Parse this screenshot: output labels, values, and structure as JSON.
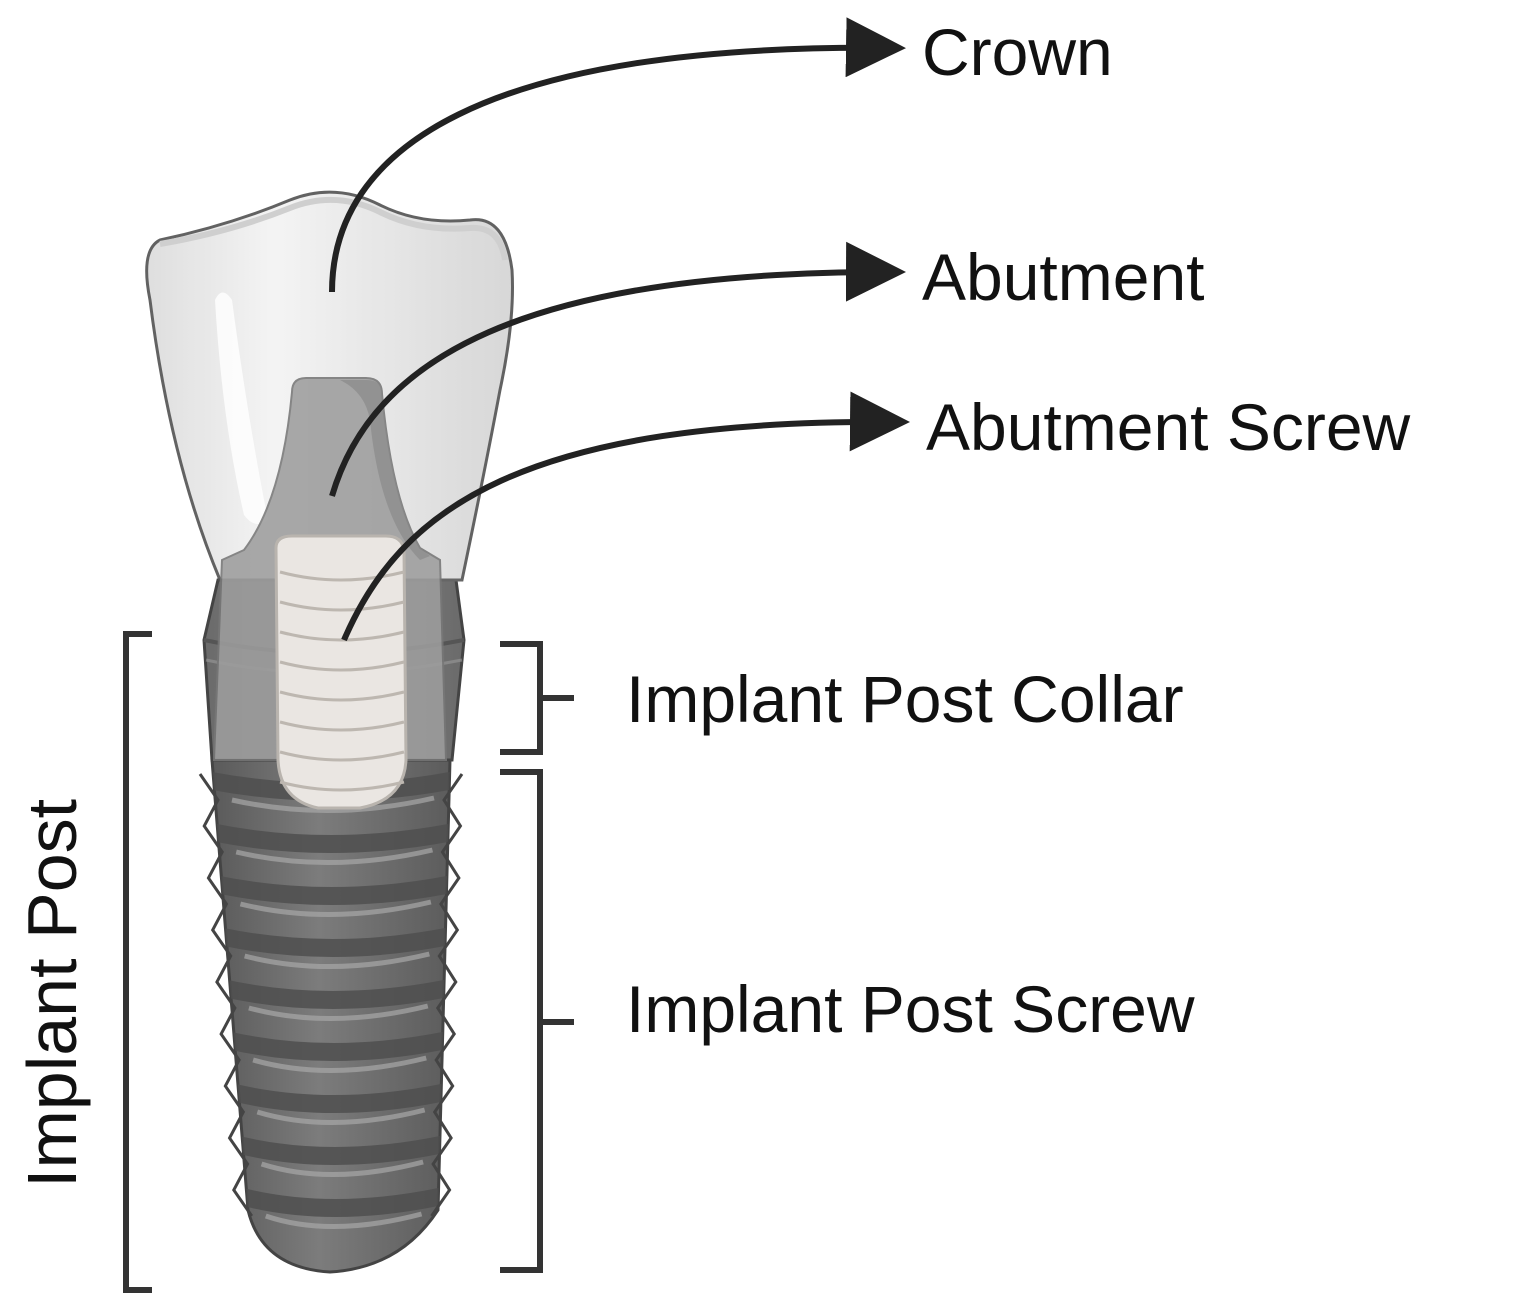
{
  "labels": {
    "crown": "Crown",
    "abutment": "Abutment",
    "abutment_screw": "Abutment Screw",
    "implant_post_collar": "Implant Post Collar",
    "implant_post_screw": "Implant Post Screw",
    "implant_post": "Implant Post"
  },
  "colors": {
    "crown_fill": "#e6e6e6",
    "abutment": "#9d9d9d",
    "abutment_screw": "#eae6e2",
    "implant_body": "#6f6f6f",
    "leader_line": "#222222"
  }
}
